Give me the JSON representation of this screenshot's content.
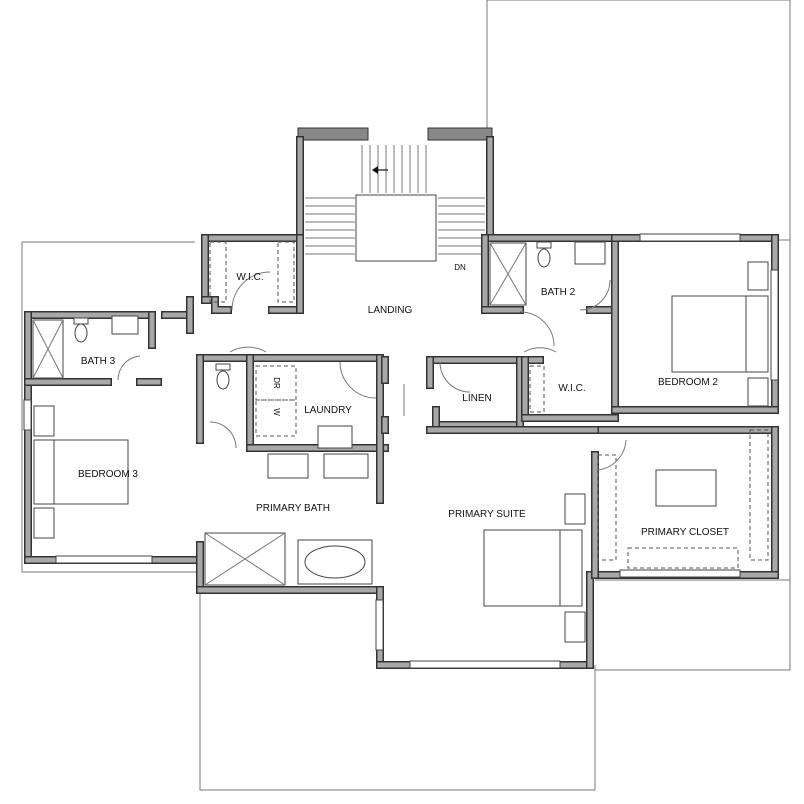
{
  "plan": {
    "rooms": {
      "wic_left": "W.I.C.",
      "landing": "LANDING",
      "stair_dn": "DN",
      "bath2": "BATH 2",
      "bath3": "BATH 3",
      "bedroom2": "BEDROOM 2",
      "bedroom3": "BEDROOM 3",
      "laundry": "LAUNDRY",
      "dryer": "DR",
      "washer": "W",
      "linen": "LINEN",
      "wic_right": "W.I.C.",
      "primary_bath": "PRIMARY BATH",
      "primary_suite": "PRIMARY SUITE",
      "primary_closet": "PRIMARY CLOSET"
    }
  }
}
